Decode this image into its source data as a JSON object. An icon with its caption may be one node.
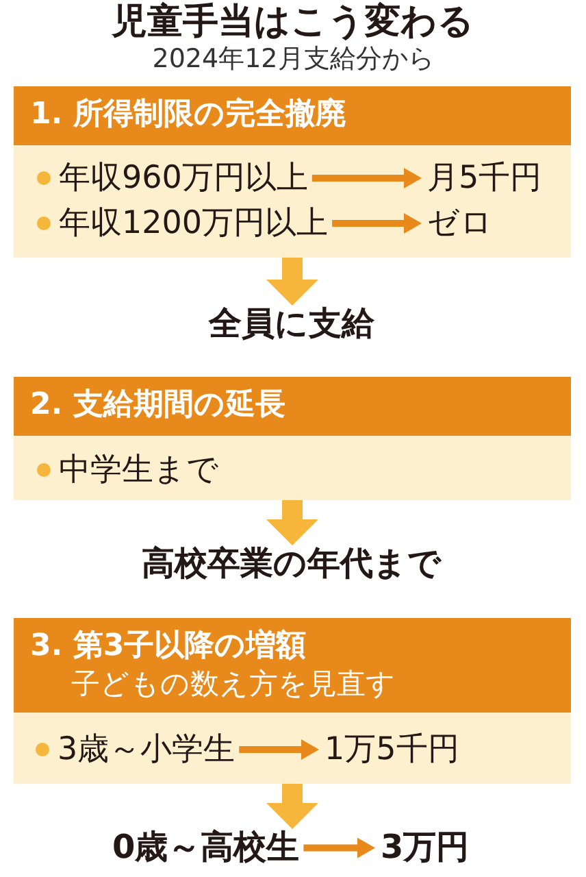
{
  "diagram": {
    "title": "児童手当はこう変わる",
    "nodes": [
      {
        "text": [
          "1. 所得制限の完全撤廃"
        ]
      },
      {
        "text": [
          "年収960万円以上"
        ],
        "in": 0
      },
      {
        "text": [
          "月5千円"
        ],
        "in": 0
      },
      {
        "text": [
          "年収1200万円以上"
        ],
        "in": 0
      },
      {
        "text": [
          "ゼロ"
        ],
        "in": 0
      },
      {
        "text": [
          "全員に支給"
        ]
      },
      {
        "text": [
          "2. 支給期間の延長"
        ]
      },
      {
        "text": [
          "中学生まで"
        ],
        "in": 6
      },
      {
        "text": [
          "高校卒業の年代まで"
        ]
      },
      {
        "text": [
          "3. 第3子以降の増額",
          "子どもの数え方を見直す"
        ]
      },
      {
        "text": [
          "3歳～小学生"
        ],
        "in": 9
      },
      {
        "text": [
          "1万5千円"
        ],
        "in": 9
      },
      {
        "text": [
          "0歳～高校生"
        ]
      },
      {
        "text": [
          "3万円"
        ]
      }
    ],
    "edges": [
      {
        "from": 1,
        "to": 2,
        "arrow": "to"
      },
      {
        "from": 3,
        "to": 4,
        "arrow": "to"
      },
      {
        "from": 0,
        "to": 5,
        "arrow": "to",
        "style": "thick",
        "color": "#f6b63c"
      },
      {
        "from": 6,
        "to": 8,
        "arrow": "to",
        "style": "thick",
        "color": "#f6b63c"
      },
      {
        "from": 10,
        "to": 11,
        "arrow": "to"
      },
      {
        "from": 9,
        "to": 12,
        "arrow": "to",
        "style": "thick",
        "color": "#f6b63c"
      },
      {
        "from": 12,
        "to": 13,
        "arrow": "to"
      }
    ],
    "labels": [
      "2024年12月支給分から"
    ]
  }
}
